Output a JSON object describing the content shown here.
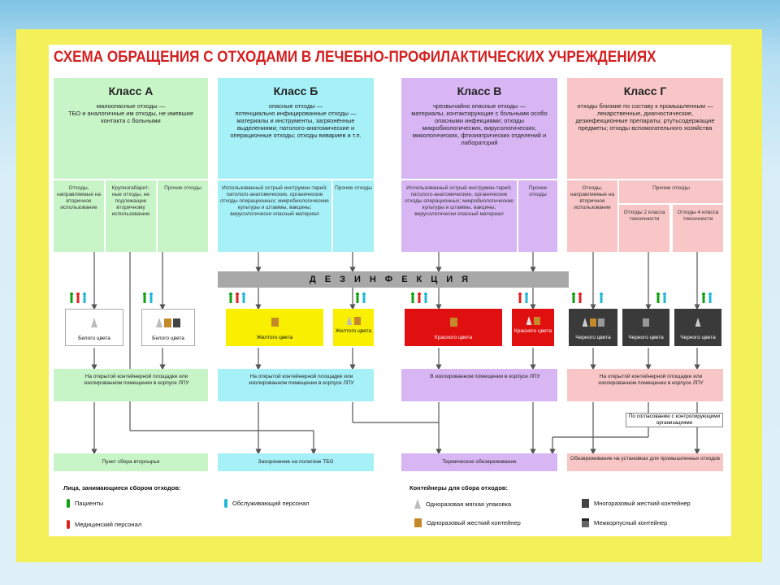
{
  "title": "СХЕМА ОБРАЩЕНИЯ С ОТХОДАМИ В ЛЕЧЕБНО-ПРОФИЛАКТИЧЕСКИХ УЧРЕЖДЕНИЯХ",
  "colors": {
    "classA": "#c8f5c8",
    "classB": "#a6f0f8",
    "classC": "#d8b6f4",
    "classD": "#f8c6c6",
    "yellow": "#f8f000",
    "red": "#e01010",
    "black": "#3a3a3a",
    "frame": "#f4f05a"
  },
  "classes": [
    {
      "name": "Класс А",
      "desc": "малоопасные отходы —\nТБО и аналогичные им отходы, не имевшие контакта с больными"
    },
    {
      "name": "Класс Б",
      "desc": "опасные отходы —\nпотенциально инфицированные отходы —\nматериалы и инструменты, загрязнённые выделениями; патолого-анатомические и операционные отходы; отходы вивариев и т.п."
    },
    {
      "name": "Класс В",
      "desc": "чрезвычайно опасные отходы —\nматериалы, контактирующие с больными особо опасными инфекциями; отходы микробиологических, вирусологических, микологических, фтизиатрических отделений и лабораторий"
    },
    {
      "name": "Класс Г",
      "desc": "отходы близкие по составу к промышленным — лекарственные, диагностические, дезинфекционные препараты; ртутьсодержащие предметы; отходы вспомогательного хозяйства"
    }
  ],
  "subs": {
    "a1": "Отходы, направляемые на вторичное использование",
    "a2": "Крупногабарит-ные отходы, не подлежащие вторичному использованию",
    "a3": "Прочие отходы",
    "b1": "Использованный острый инструмен-тарий; патолого-анатомические, органические отходы операционных; микробиологические культуры и штаммы, вакцины; вирусологически опасный материал",
    "b2": "Прочие отходы",
    "c1": "Использованный острый инструмен-тарий; патолого-анатомические, органические отходы операционных; микробиологические культуры и штаммы, вакцины; вирусологически опасный материал",
    "c2": "Прочие отходы",
    "d1": "Отходы, направляемые на вторичное использование",
    "d2": "Прочие отходы",
    "d3": "Отходы 2 класса токсичности",
    "d4": "Отходы 4 класса токсичности"
  },
  "disinfection": "ДЕЗИНФЕКЦИЯ",
  "containers": {
    "white1": "Белого цвета",
    "white2": "Белого цвета",
    "yellow1": "Желтого цвета",
    "yellow2": "Желтого цвета",
    "red1": "Красного цвета",
    "red2": "Красного цвета",
    "black1": "Черного цвета",
    "black2": "Черного цвета",
    "black3": "Черного цвета"
  },
  "storage": {
    "a": "На открытой контейнерной площадке или изолированном помещении в корпусе ЛПУ",
    "b": "На открытой контейнерной площадке или изолированном помещении в корпусе ЛПУ",
    "c": "В изолированном помещении в корпусе ЛПУ",
    "d": "На открытой контейнерной площадке или изолированном помещении в корпусе ЛПУ"
  },
  "agreement": "По согласованию с контролирующими организациями",
  "destinations": {
    "a": "Пункт сбора вторсырья",
    "b": "Захоронение на полигоне ТБО",
    "c": "Термическое обезвреживание",
    "d": "Обезвреживание на установках для промышленных отходов"
  },
  "legend": {
    "people_title": "Лица, занимающиеся сбором отходов:",
    "patients": "Пациенты",
    "medstaff": "Медицинский персонал",
    "service": "Обслуживающий персонал",
    "containers_title": "Контейнеры для сбора отходов:",
    "soft": "Одноразовая мягкая упаковка",
    "hard": "Одноразовый жесткий контейнер",
    "reusable": "Многоразовый жесткий контейнер",
    "intercorp": "Межкорпусный контейнер"
  }
}
